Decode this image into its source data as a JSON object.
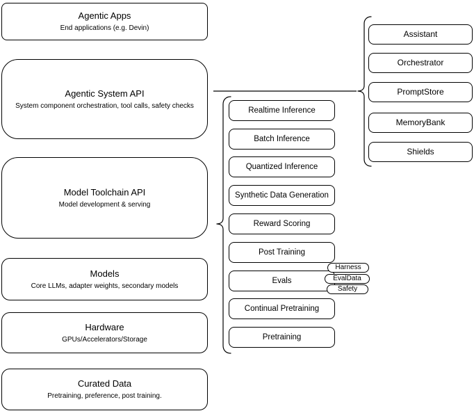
{
  "diagram": {
    "left_stack": [
      {
        "title": "Agentic Apps",
        "subtitle": "End applications (e.g. Devin)"
      },
      {
        "title": "Agentic System API",
        "subtitle": "System component orchestration, tool calls, safety checks"
      },
      {
        "title": "Model Toolchain API",
        "subtitle": "Model development & serving"
      },
      {
        "title": "Models",
        "subtitle": "Core LLMs, adapter weights, secondary models"
      },
      {
        "title": "Hardware",
        "subtitle": "GPUs/Accelerators/Storage"
      },
      {
        "title": "Curated Data",
        "subtitle": "Pretraining, preference, post training."
      }
    ],
    "toolchain_items": [
      "Realtime Inference",
      "Batch Inference",
      "Quantized Inference",
      "Synthetic Data Generation",
      "Reward Scoring",
      "Post Training",
      "Evals",
      "Continual Pretraining",
      "Pretraining"
    ],
    "eval_tags": [
      "Harness",
      "EvalData",
      "Safety"
    ],
    "system_components": [
      "Assistant",
      "Orchestrator",
      "PromptStore",
      "MemoryBank",
      "Shields"
    ],
    "colors": {
      "stroke": "#000000",
      "canvas": "#ffffff",
      "text": "#000000"
    }
  }
}
